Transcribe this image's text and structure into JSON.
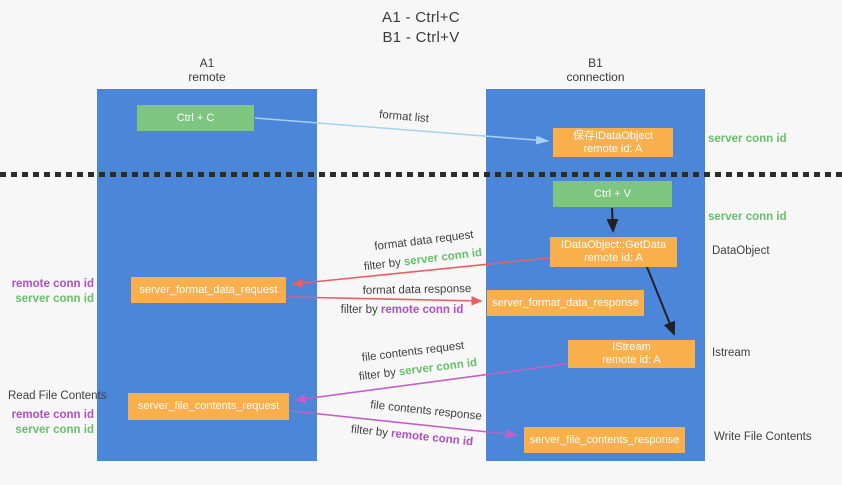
{
  "title": {
    "line1": "A1 - Ctrl+C",
    "line2": "B1 - Ctrl+V"
  },
  "lanes": {
    "left": {
      "name": "A1",
      "role": "remote"
    },
    "right": {
      "name": "B1",
      "role": "connection"
    }
  },
  "boxes": {
    "ctrl_c": {
      "label": "Ctrl + C"
    },
    "save_idataobject": {
      "line1": "保存IDataObject",
      "line2": "remote id: A"
    },
    "ctrl_v": {
      "label": "Ctrl + V"
    },
    "getdata": {
      "line1": "IDataObject::GetData",
      "line2": "remote id: A"
    },
    "format_request": {
      "label": "server_format_data_request"
    },
    "format_response": {
      "label": "server_format_data_response"
    },
    "istream": {
      "line1": "IStream",
      "line2": "remote id: A"
    },
    "file_request": {
      "label": "server_file_contents_request"
    },
    "file_response": {
      "label": "server_file_contents_response"
    }
  },
  "side_labels": {
    "server_conn_id_top": "server conn id",
    "server_conn_id_mid": "server conn id",
    "dataobject": "DataObject",
    "istream": "Istream",
    "write_file_contents": "Write File Contents",
    "read_file_contents": "Read File Contents",
    "left_mid": {
      "remote": "remote conn id",
      "server": "server conn id"
    },
    "left_bottom": {
      "remote": "remote conn id",
      "server": "server conn id"
    }
  },
  "arrow_labels": {
    "format_list": "format list",
    "format_data_request": "format data request",
    "filter_server_1": {
      "prefix": "filter by ",
      "value": "server conn id"
    },
    "format_data_response": "format data response",
    "filter_remote_1": {
      "prefix": "filter by ",
      "value": "remote conn id"
    },
    "file_contents_request": "file contents request",
    "filter_server_2": {
      "prefix": "filter by ",
      "value": "server conn id"
    },
    "file_contents_response": "file contents response",
    "filter_remote_2": {
      "prefix": "filter by ",
      "value": "remote conn id"
    }
  },
  "colors": {
    "lane_blue": "#4c86d8",
    "box_orange": "#f9af4c",
    "box_green": "#7ec57f",
    "label_green": "#67c06b",
    "label_purple": "#b04fc5",
    "arrow_red": "#e96060",
    "arrow_magenta": "#c55fc5",
    "arrow_light_blue": "#a5d2f2",
    "arrow_black": "#212121",
    "text_dark": "#3f3f3f",
    "background": "#f7f7f7"
  }
}
